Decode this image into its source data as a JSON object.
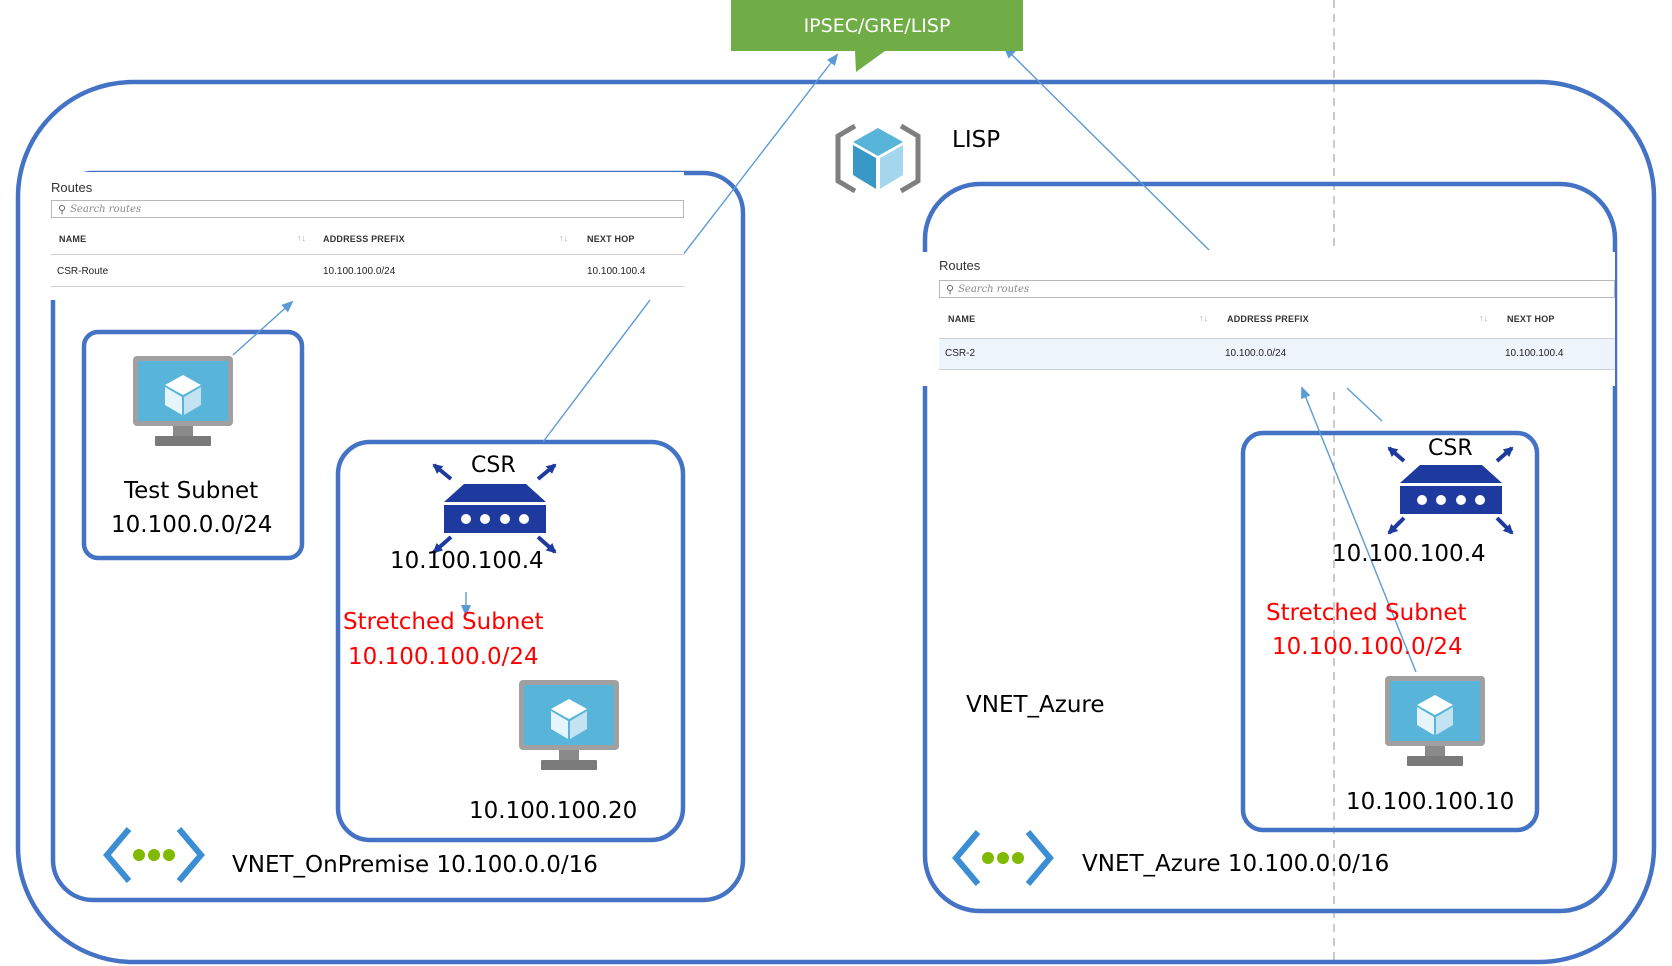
{
  "callout": {
    "label": "IPSEC/GRE/LISP"
  },
  "lisp": {
    "label": "LISP"
  },
  "onprem": {
    "vnet_label": "VNET_OnPremise 10.100.0.0/16",
    "test_subnet": {
      "title": "Test Subnet",
      "cidr": "10.100.0.0/24"
    },
    "csr": {
      "title": "CSR",
      "ip": "10.100.100.4"
    },
    "stretched": {
      "title": "Stretched Subnet",
      "cidr": "10.100.100.0/24"
    },
    "vm_ip": "10.100.100.20",
    "routes": {
      "title": "Routes",
      "search_placeholder": "Search routes",
      "columns": [
        "NAME",
        "ADDRESS PREFIX",
        "NEXT HOP"
      ],
      "rows": [
        [
          "CSR-Route",
          "10.100.100.0/24",
          "10.100.100.4"
        ]
      ]
    }
  },
  "azure": {
    "vnet_name": "VNET_Azure",
    "vnet_label": "VNET_Azure 10.100.0.0/16",
    "csr": {
      "title": "CSR",
      "ip": "10.100.100.4"
    },
    "stretched": {
      "title": "Stretched Subnet",
      "cidr": "10.100.100.0/24"
    },
    "vm_ip": "10.100.100.10",
    "routes": {
      "title": "Routes",
      "search_placeholder": "Search routes",
      "columns": [
        "NAME",
        "ADDRESS PREFIX",
        "NEXT HOP"
      ],
      "rows": [
        [
          "CSR-2",
          "10.100.0.0/24",
          "10.100.100.4"
        ]
      ]
    }
  },
  "colors": {
    "boundary": "#4472c4",
    "callout": "#70ad47",
    "router": "#1f3a9e",
    "stretched_text": "#ff0000",
    "connector": "#5b9bd5",
    "monitor": "#59b4d9"
  },
  "icons": [
    "vnet-icon",
    "router-icon",
    "vm-monitor-icon",
    "lisp-cube-icon",
    "search-icon"
  ]
}
